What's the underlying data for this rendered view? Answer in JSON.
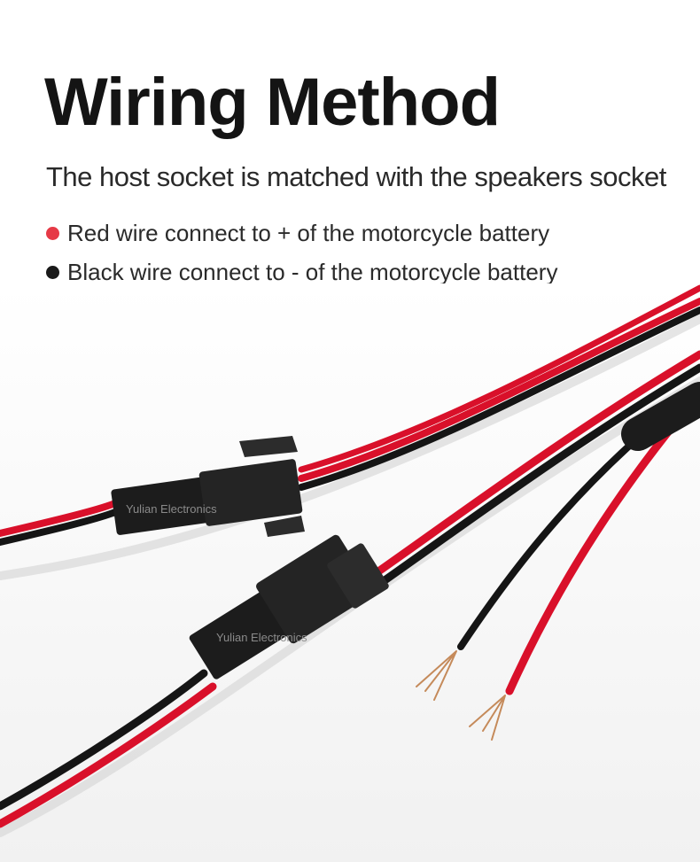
{
  "header": {
    "title": "Wiring Method",
    "subtitle": "The host socket is matched with the speakers socket"
  },
  "bullets": [
    {
      "text": "Red wire connect to + of the motorcycle battery",
      "color": "#e63946"
    },
    {
      "text": "Black wire connect to - of the motorcycle battery",
      "color": "#1a1a1a"
    }
  ],
  "photo": {
    "watermark_1": "Yulian Electronics",
    "watermark_2": "Yulian Electronics",
    "wire_red": "#d9102a",
    "wire_black": "#151515",
    "connector": "#1c1c1c"
  }
}
